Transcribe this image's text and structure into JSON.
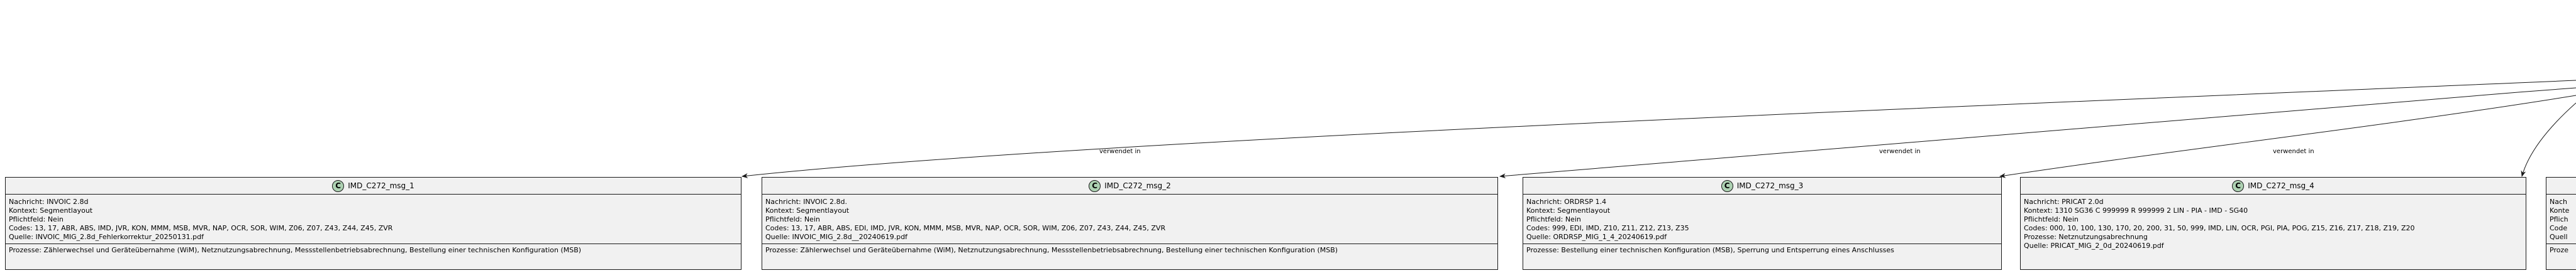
{
  "edge_label": "verwendet in",
  "colors": {
    "box_fill": "#f1f1f1",
    "badge_fill": "#add1b2",
    "line": "#181818"
  },
  "classes": [
    {
      "name": "IMD_C272_msg_1",
      "badge": "C",
      "nachricht": "Nachricht: INVOIC 2.8d",
      "kontext": "Kontext: Segmentlayout",
      "pflichtfeld": "Pflichtfeld: Nein",
      "codes": "Codes: 13, 17, ABR, ABS, IMD, JVR, KON, MMM, MSB, MVR, NAP, OCR, SOR, WIM, Z06, Z07, Z43, Z44, Z45, ZVR",
      "quelle": "Quelle: INVOIC_MIG_2.8d_Fehlerkorrektur_20250131.pdf",
      "prozesse": "Prozesse: Zählerwechsel und Geräteübernahme (WiM), Netznutzungsabrechnung, Messstellenbetriebsabrechnung, Bestellung einer technischen Konfiguration (MSB)"
    },
    {
      "name": "IMD_C272_msg_2",
      "badge": "C",
      "nachricht": "Nachricht: INVOIC 2.8d.",
      "kontext": "Kontext: Segmentlayout",
      "pflichtfeld": "Pflichtfeld: Nein",
      "codes": "Codes: 13, 17, ABR, ABS, EDI, IMD, JVR, KON, MMM, MSB, MVR, NAP, OCR, SOR, WIM, Z06, Z07, Z43, Z44, Z45, ZVR",
      "quelle": "Quelle: INVOIC_MIG_2.8d__20240619.pdf",
      "prozesse": "Prozesse: Zählerwechsel und Geräteübernahme (WiM), Netznutzungsabrechnung, Messstellenbetriebsabrechnung, Bestellung einer technischen Konfiguration (MSB)"
    },
    {
      "name": "IMD_C272_msg_3",
      "badge": "C",
      "nachricht": "Nachricht: ORDRSP 1.4",
      "kontext": "Kontext: Segmentlayout",
      "pflichtfeld": "Pflichtfeld: Nein",
      "codes": "Codes: 999, EDI, IMD, Z10, Z11, Z12, Z13, Z35",
      "quelle": "Quelle: ORDRSP_MIG_1_4_20240619.pdf",
      "prozesse": "Prozesse: Bestellung einer technischen Konfiguration (MSB), Sperrung und Entsperrung eines Anschlusses"
    },
    {
      "name": "IMD_C272_msg_4",
      "badge": "C",
      "nachricht": "Nachricht: PRICAT 2.0d",
      "kontext": "Kontext: 1310   SG36   C   999999   R   999999   2   LIN - PIA - IMD - SG40",
      "pflichtfeld": "Pflichtfeld: Nein",
      "codes": "Codes: 000, 10, 100, 130, 170, 20, 200, 31, 50, 999, IMD, LIN, OCR, PGI, PIA, POG, Z15, Z16, Z17, Z18, Z19, Z20",
      "prozesse2": "Prozesse: Netznutzungsabrechnung",
      "quelle": "Quelle: PRICAT_MIG_2_0d_20240619.pdf"
    },
    {
      "name": "",
      "badge": "",
      "nachricht": "Nach",
      "kontext": "Konte",
      "pflichtfeld": "Pflich",
      "codes": "Code",
      "quelle": "Quell",
      "prozesse": "Proze"
    }
  ]
}
